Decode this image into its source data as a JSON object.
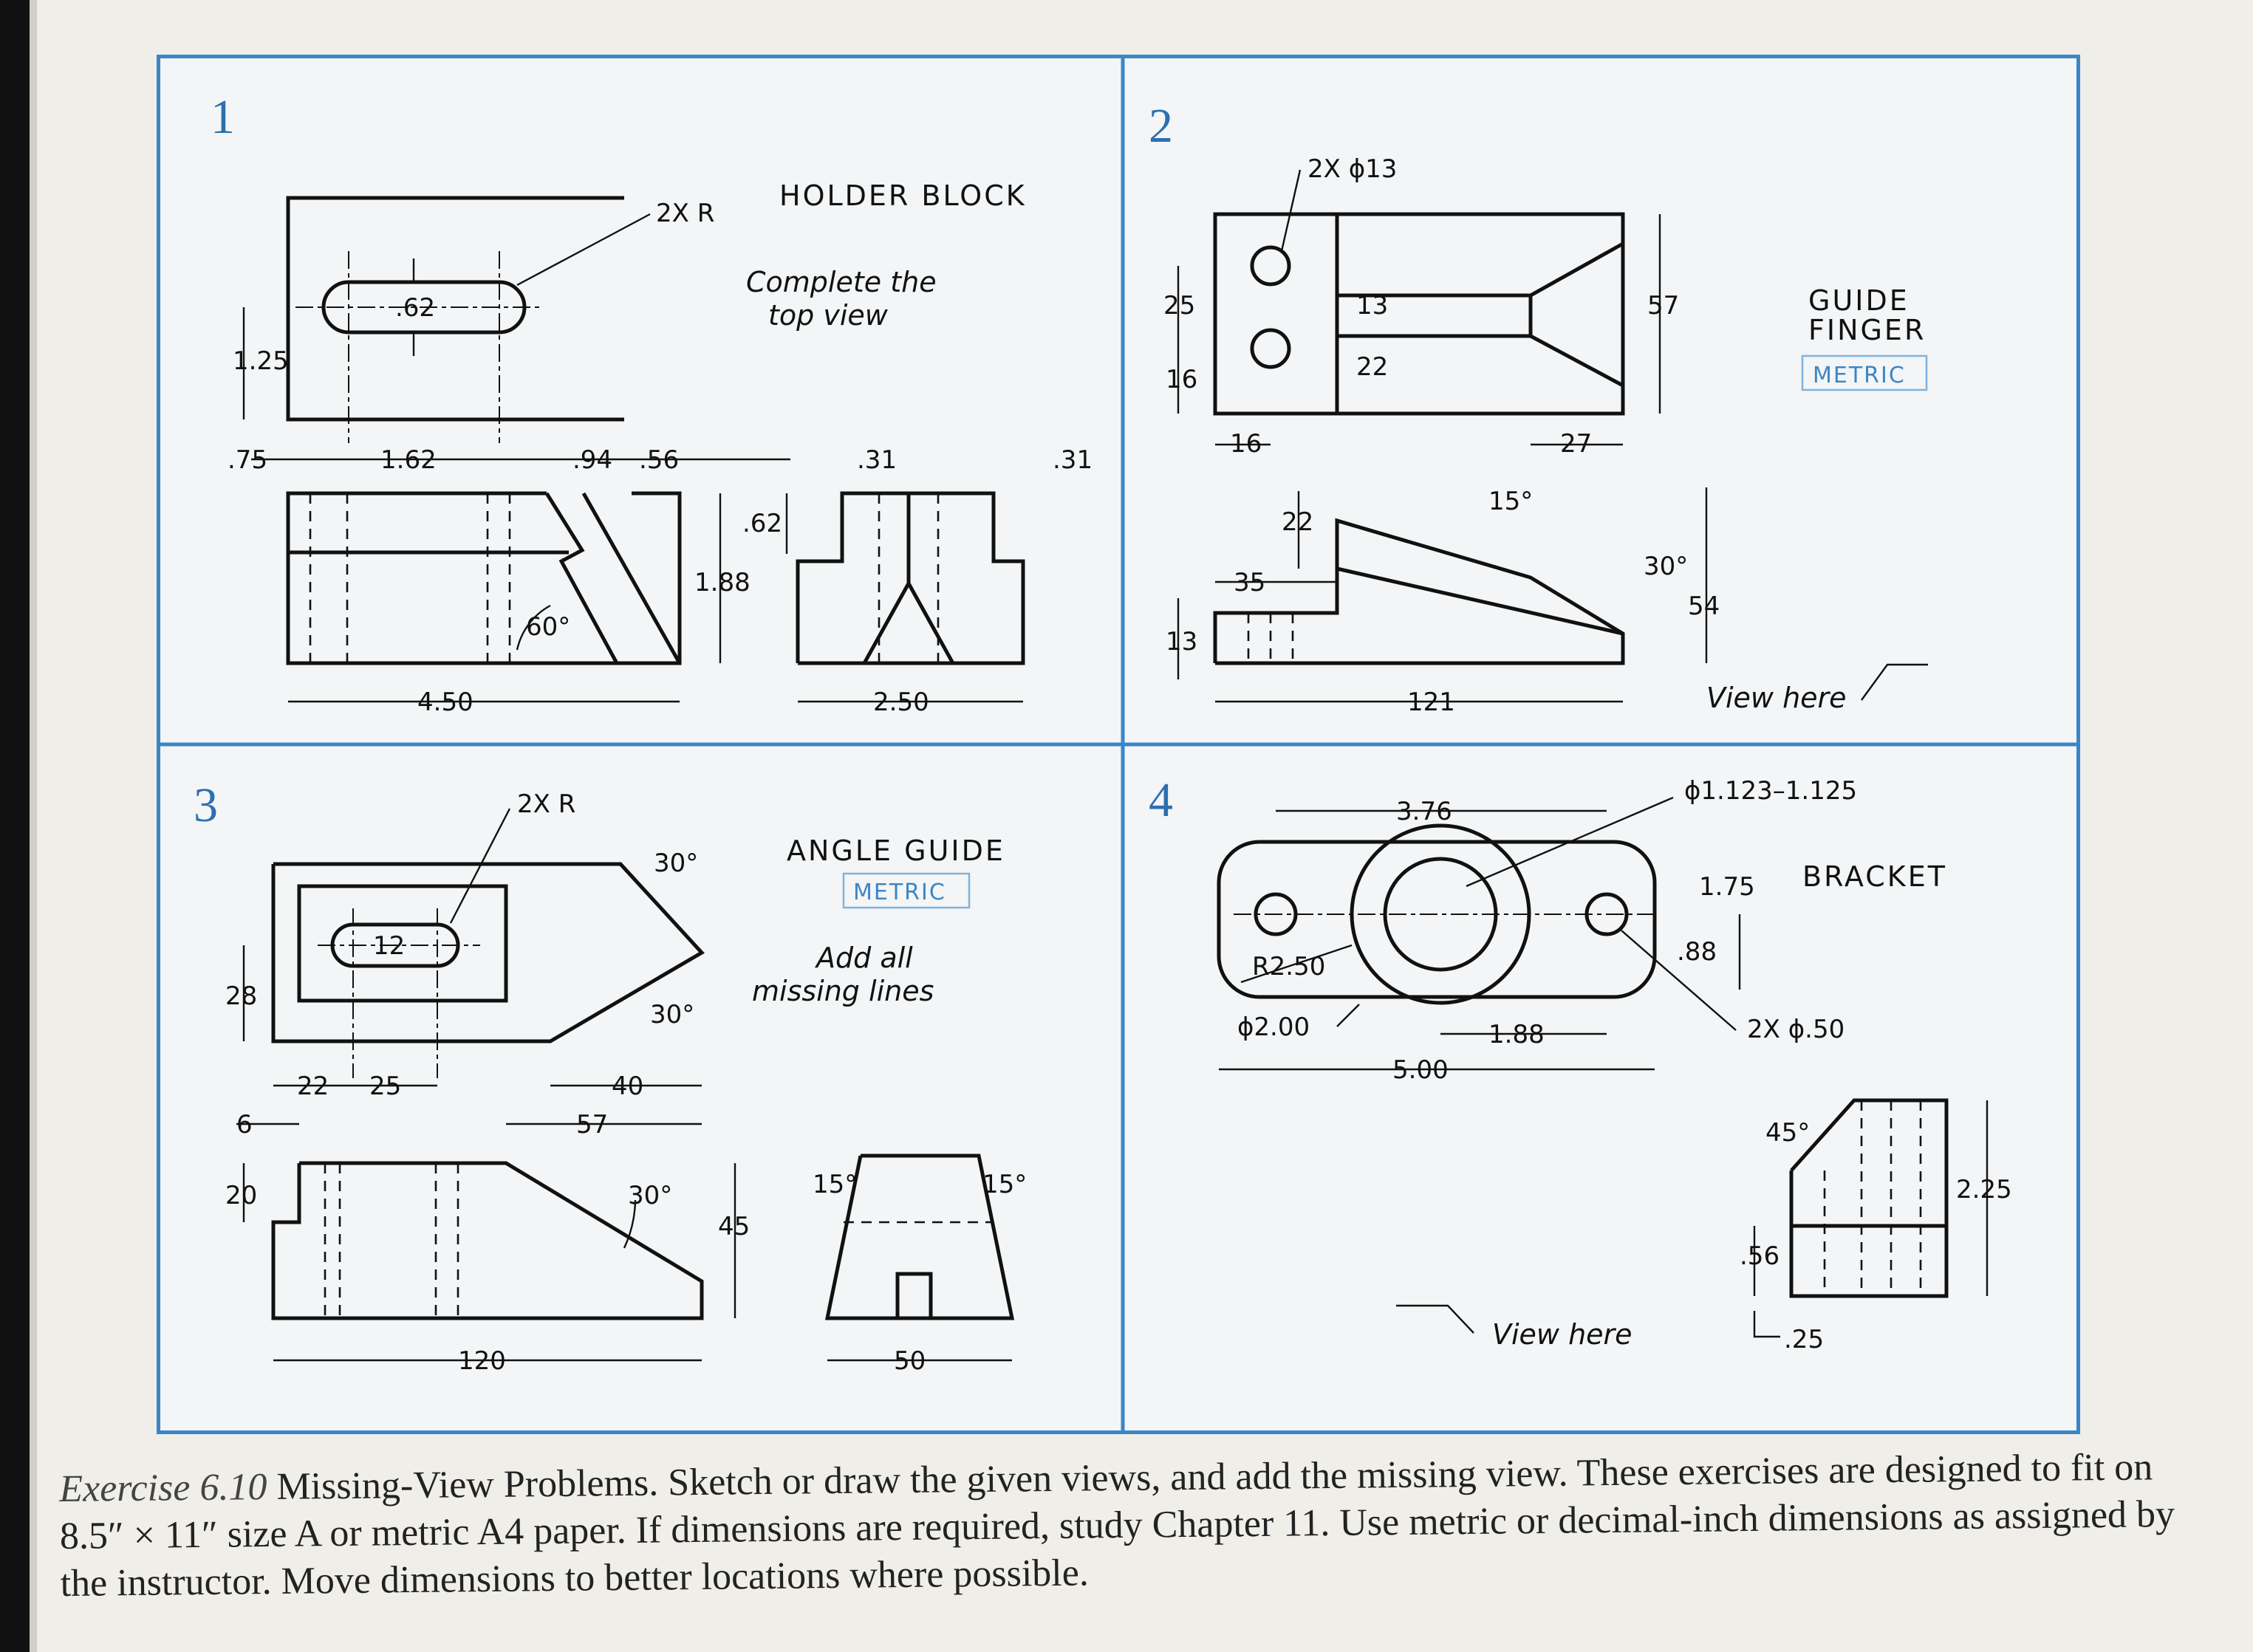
{
  "panels": [
    {
      "number": "1",
      "title": "HOLDER BLOCK",
      "note_lines": [
        "Complete the",
        "top view"
      ],
      "dims": {
        "slot_r": "2X R",
        "slot_w": ".62",
        "d125": "1.25",
        "d75": ".75",
        "d162": "1.62",
        "d94": ".94",
        "d56": ".56",
        "d31a": ".31",
        "d31b": ".31",
        "d62": ".62",
        "d188": "1.88",
        "a60": "60°",
        "d450": "4.50",
        "d250": "2.50"
      }
    },
    {
      "number": "2",
      "title_lines": [
        "GUIDE",
        "FINGER"
      ],
      "metric": "METRIC",
      "dims": {
        "holes": "2X ϕ13",
        "d25": "25",
        "d16a": "16",
        "d13a": "13",
        "d22a": "22",
        "d57": "57",
        "d16b": "16",
        "d27": "27",
        "a15": "15°",
        "d22b": "22",
        "d35": "35",
        "d13b": "13",
        "a30": "30°",
        "d54": "54",
        "d121": "121"
      },
      "view_note": "View here"
    },
    {
      "number": "3",
      "title": "ANGLE GUIDE",
      "metric": "METRIC",
      "note_lines": [
        "Add all",
        "missing lines"
      ],
      "dims": {
        "slot_r": "2X R",
        "slot_w": "12",
        "a30a": "30°",
        "d28": "28",
        "a30b": "30°",
        "d22": "22",
        "d25": "25",
        "d40": "40",
        "d6": "6",
        "d57": "57",
        "d20": "20",
        "a30c": "30°",
        "d45": "45",
        "d120": "120",
        "a15a": "15°",
        "a15b": "15°",
        "d50": "50"
      }
    },
    {
      "number": "4",
      "title": "BRACKET",
      "dims": {
        "d376": "3.76",
        "bore": "ϕ1.123–1.125",
        "d175": "1.75",
        "r250": "R2.50",
        "d88": ".88",
        "d200": "ϕ2.00",
        "d188": "1.88",
        "holes": "2X ϕ.50",
        "d500": "5.00",
        "a45": "45°",
        "d225": "2.25",
        "d56": ".56",
        "d25": ".25"
      },
      "view_note": "View here"
    }
  ],
  "caption": {
    "label": "Exercise 6.10",
    "text": "Missing-View Problems. Sketch or draw the given views, and add the missing view. These exercises are designed to fit on 8.5″ × 11″ size A or metric A4 paper. If dimensions are required, study Chapter 11. Use metric or decimal-inch dimensions as assigned by the instructor. Move dimensions to better locations where possible."
  }
}
